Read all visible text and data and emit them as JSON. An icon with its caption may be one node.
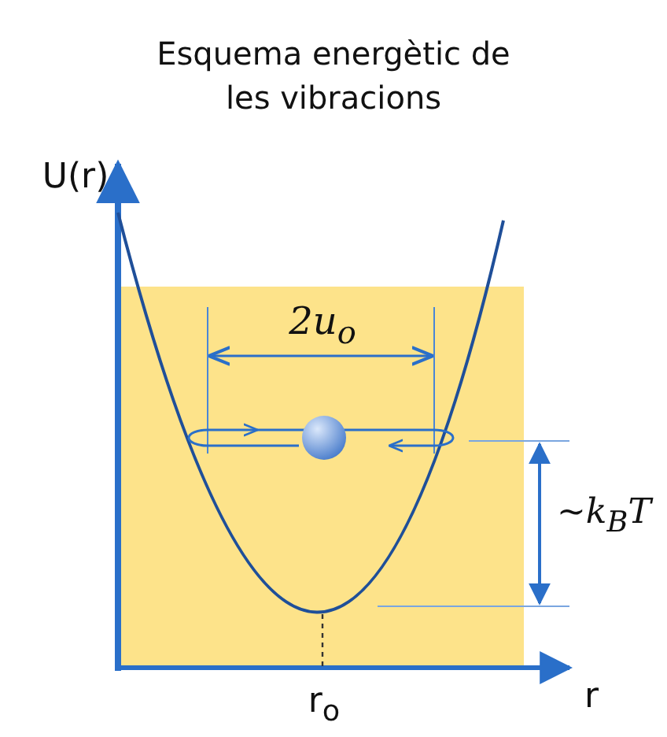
{
  "diagram": {
    "title": "Esquema energètic de les vibracions",
    "labels": [
      "U(r)",
      "2u$_{o}$",
      "~k$_{B}$T",
      "r$_{o}$",
      "r"
    ]
  }
}
